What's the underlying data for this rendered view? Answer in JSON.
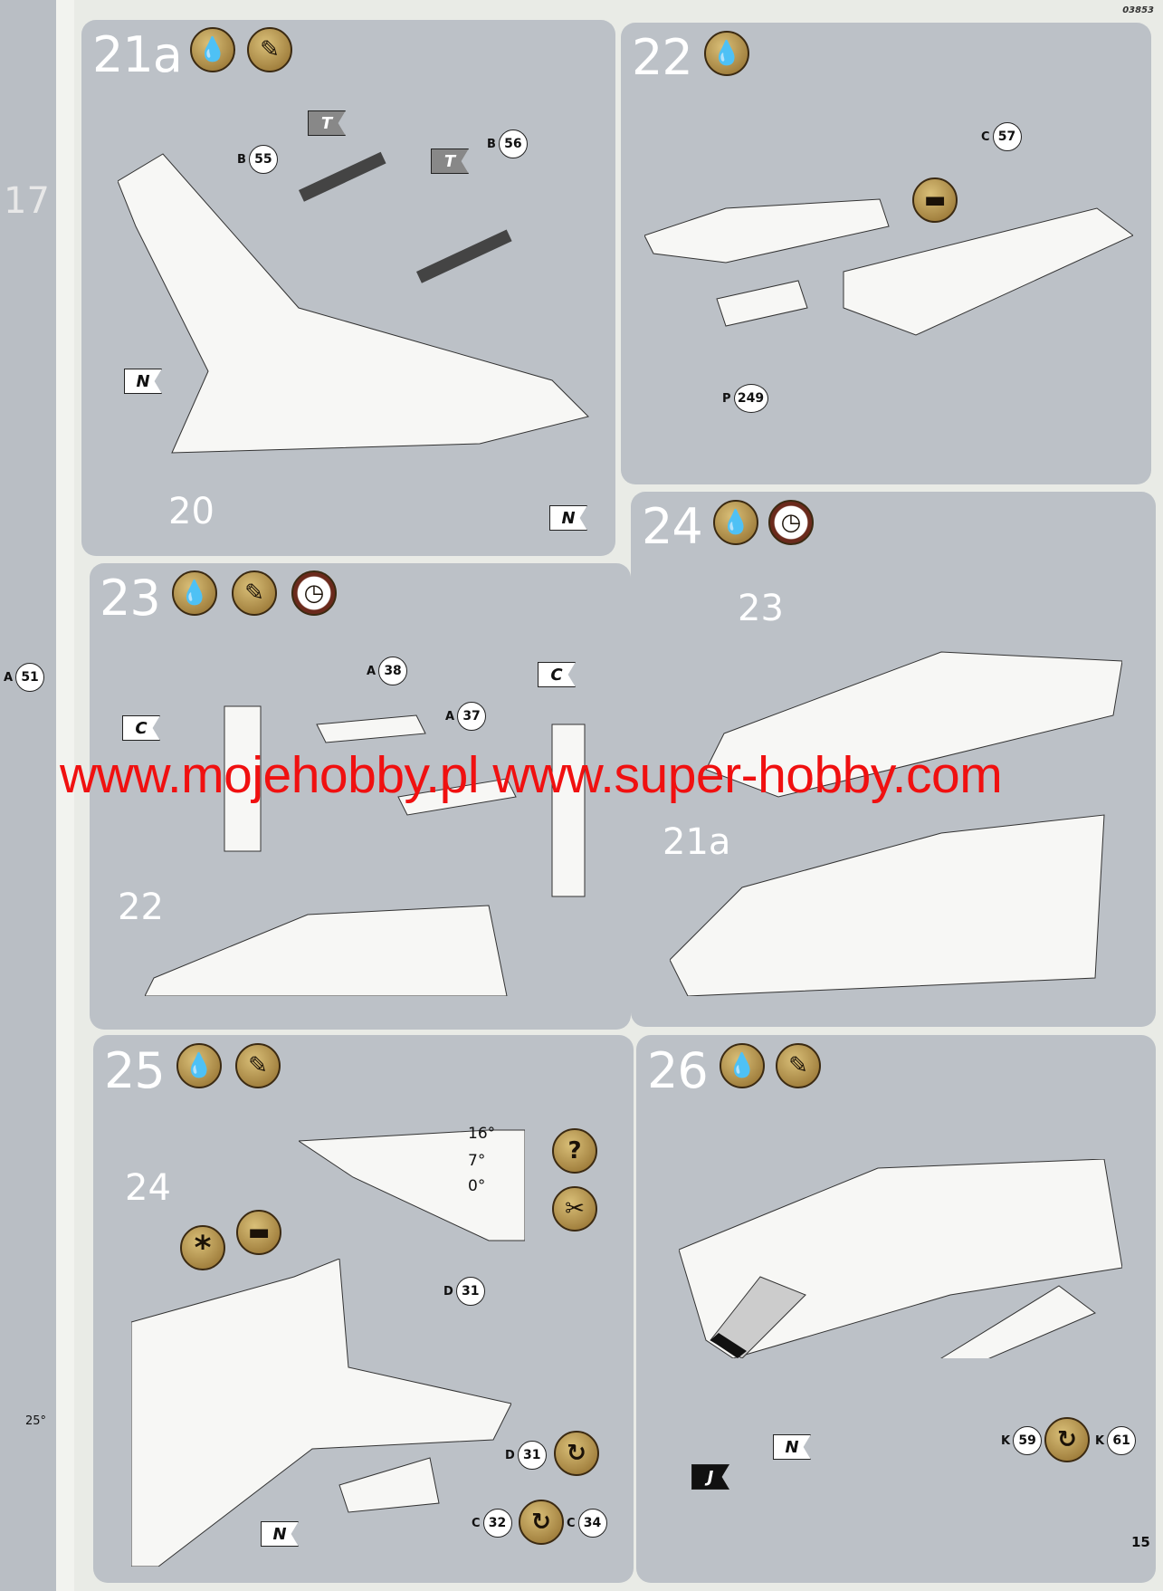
{
  "page": {
    "code": "03853",
    "number": "15"
  },
  "left_strip": {
    "step_ref": "17",
    "part": {
      "letter": "A",
      "num": "51"
    },
    "angle": "25°"
  },
  "steps": [
    {
      "id": "21a",
      "parts": [
        {
          "letter": "B",
          "num": "55"
        },
        {
          "letter": "B",
          "num": "56"
        }
      ],
      "flags": [
        "T",
        "T",
        "N",
        "N"
      ],
      "refs": [
        "20"
      ]
    },
    {
      "id": "22",
      "parts": [
        {
          "letter": "C",
          "num": "57"
        },
        {
          "letter": "P",
          "num": "249"
        }
      ]
    },
    {
      "id": "23",
      "parts": [
        {
          "letter": "A",
          "num": "38"
        },
        {
          "letter": "A",
          "num": "37"
        }
      ],
      "flags": [
        "C",
        "C"
      ],
      "refs": [
        "22"
      ]
    },
    {
      "id": "24",
      "refs": [
        "23",
        "21a"
      ]
    },
    {
      "id": "25",
      "parts": [
        {
          "letter": "D",
          "num": "31"
        },
        {
          "letter": "D",
          "num": "31"
        },
        {
          "letter": "C",
          "num": "32"
        },
        {
          "letter": "C",
          "num": "34"
        }
      ],
      "flags": [
        "N"
      ],
      "refs": [
        "24"
      ],
      "angles": [
        "16°",
        "7°",
        "0°"
      ],
      "question": "?",
      "asterisk": "*"
    },
    {
      "id": "26",
      "parts": [
        {
          "letter": "K",
          "num": "59"
        },
        {
          "letter": "K",
          "num": "61"
        }
      ],
      "flags": [
        "N",
        "J"
      ]
    }
  ],
  "watermark": "www.mojehobby.pl www.super-hobby.com",
  "colors": {
    "panel": "#bcc1c7",
    "watermark": "#f01010",
    "glue": "#b8954a"
  }
}
